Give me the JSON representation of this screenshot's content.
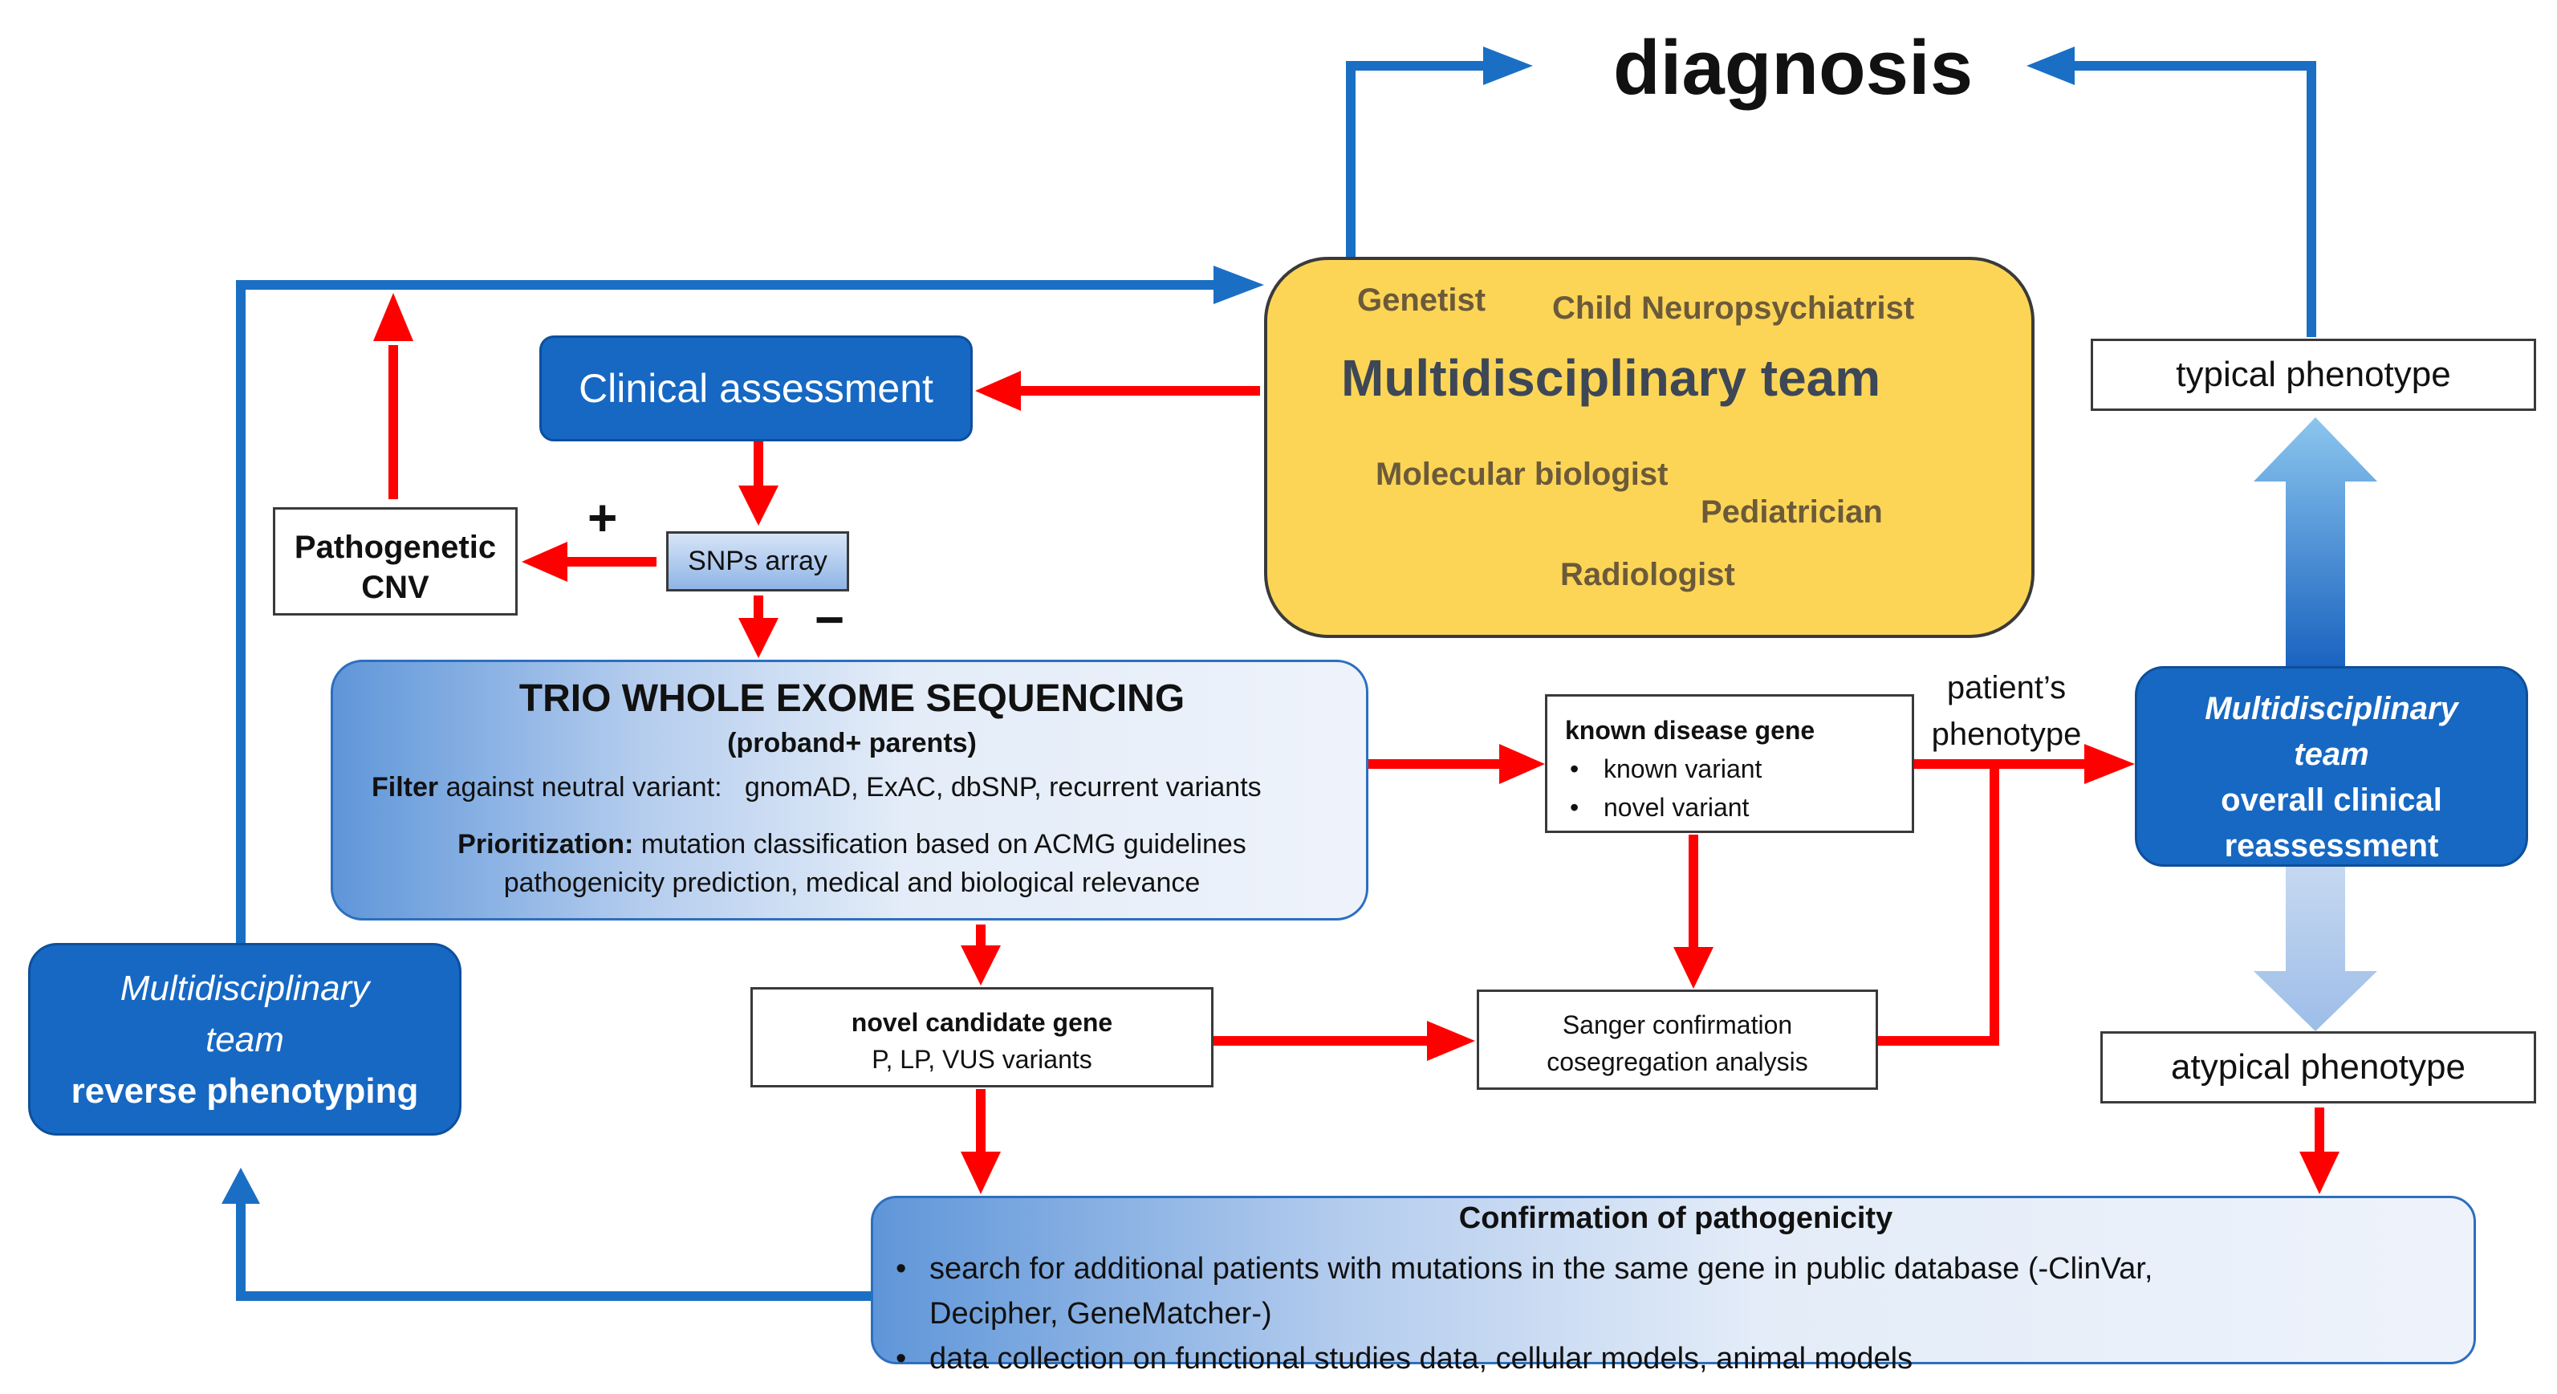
{
  "diagnosis": "diagnosis",
  "mdt": {
    "genetist": "Genetist",
    "child_np": "Child Neuropsychiatrist",
    "title": "Multidisciplinary team",
    "molbio": "Molecular biologist",
    "pediatrician": "Pediatrician",
    "radiologist": "Radiologist"
  },
  "clinical_assessment": "Clinical assessment",
  "pathogenetic_cnv": {
    "line1": "Pathogenetic",
    "line2": "CNV"
  },
  "plus": "+",
  "minus": "−",
  "snps_array": "SNPs array",
  "wes": {
    "title": "TRIO WHOLE EXOME SEQUENCING",
    "subtitle": "(proband+ parents)",
    "filter_label": "Filter",
    "filter_text": " against neutral variant:   gnomAD, ExAC, dbSNP, recurrent variants",
    "prior_label": "Prioritization:",
    "prior_text": " mutation classification based on ACMG guidelines",
    "prior_text2": "pathogenicity prediction, medical and biological relevance"
  },
  "known_gene": {
    "title": "known disease gene",
    "items": [
      "known variant",
      "novel variant"
    ]
  },
  "patient_phenotype": {
    "line1": "patient’s",
    "line2": "phenotype"
  },
  "mdt_reassess": {
    "line1": "Multidisciplinary",
    "line2": "team",
    "line3": "overall clinical",
    "line4": "reassessment"
  },
  "typical": "typical phenotype",
  "atypical": "atypical phenotype",
  "novel_gene": {
    "title": "novel candidate gene",
    "sub": "P, LP, VUS variants"
  },
  "sanger": {
    "line1": "Sanger confirmation",
    "line2": "cosegregation analysis"
  },
  "mdt_reverse": {
    "line1": "Multidisciplinary",
    "line2": "team",
    "line3": "reverse phenotyping"
  },
  "confirm": {
    "title": "Confirmation of pathogenicity",
    "item1a": "search for additional patients with mutations in the same gene in public database (-ClinVar,",
    "item1b": "Decipher, GeneMatcher-)",
    "item2": "data collection on functional studies data, cellular models, animal models"
  },
  "colors": {
    "red_arrow": "#ff0000",
    "blue_arrow": "#1a6fc4",
    "mdt_fill": "#fdd556",
    "blue_box": "#1668c3"
  }
}
